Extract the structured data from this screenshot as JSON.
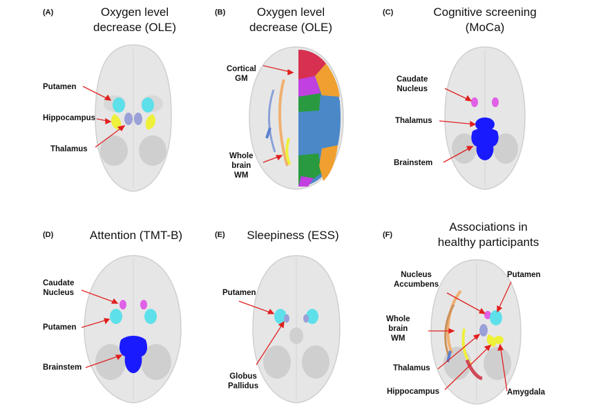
{
  "colors": {
    "brain": "#e6e6e6",
    "brain_edge": "#c8c8c8",
    "arrow": "#e02020",
    "putamen": "#5ee0ea",
    "hippocampus": "#eef03a",
    "thalamus": "#9aa0d8",
    "caudate": "#e060e8",
    "brainstem": "#1a1aff",
    "globus": "#9aa0d8"
  },
  "panels": [
    {
      "id": "A",
      "label": "(A)",
      "title": "Oxygen level\ndecrease (OLE)",
      "annotations": [
        "Putamen",
        "Hippocampus",
        "Thalamus"
      ]
    },
    {
      "id": "B",
      "label": "(B)",
      "title": "Oxygen level\ndecrease (OLE)",
      "annotations": [
        "Cortical\nGM",
        "Whole\nbrain\nWM"
      ]
    },
    {
      "id": "C",
      "label": "(C)",
      "title": "Cognitive screening\n(MoCa)",
      "annotations": [
        "Caudate\nNucleus",
        "Thalamus",
        "Brainstem"
      ]
    },
    {
      "id": "D",
      "label": "(D)",
      "title": "Attention (TMT-B)",
      "annotations": [
        "Caudate\nNucleus",
        "Putamen",
        "Brainstem"
      ]
    },
    {
      "id": "E",
      "label": "(E)",
      "title": "Sleepiness (ESS)",
      "annotations": [
        "Putamen",
        "Globus\nPallidus"
      ]
    },
    {
      "id": "F",
      "label": "(F)",
      "title": "Associations in\nhealthy participants",
      "annotations": [
        "Nucleus\nAccumbens",
        "Putamen",
        "Whole\nbrain\nWM",
        "Thalamus",
        "Hippocampus",
        "Amygdala"
      ]
    }
  ]
}
